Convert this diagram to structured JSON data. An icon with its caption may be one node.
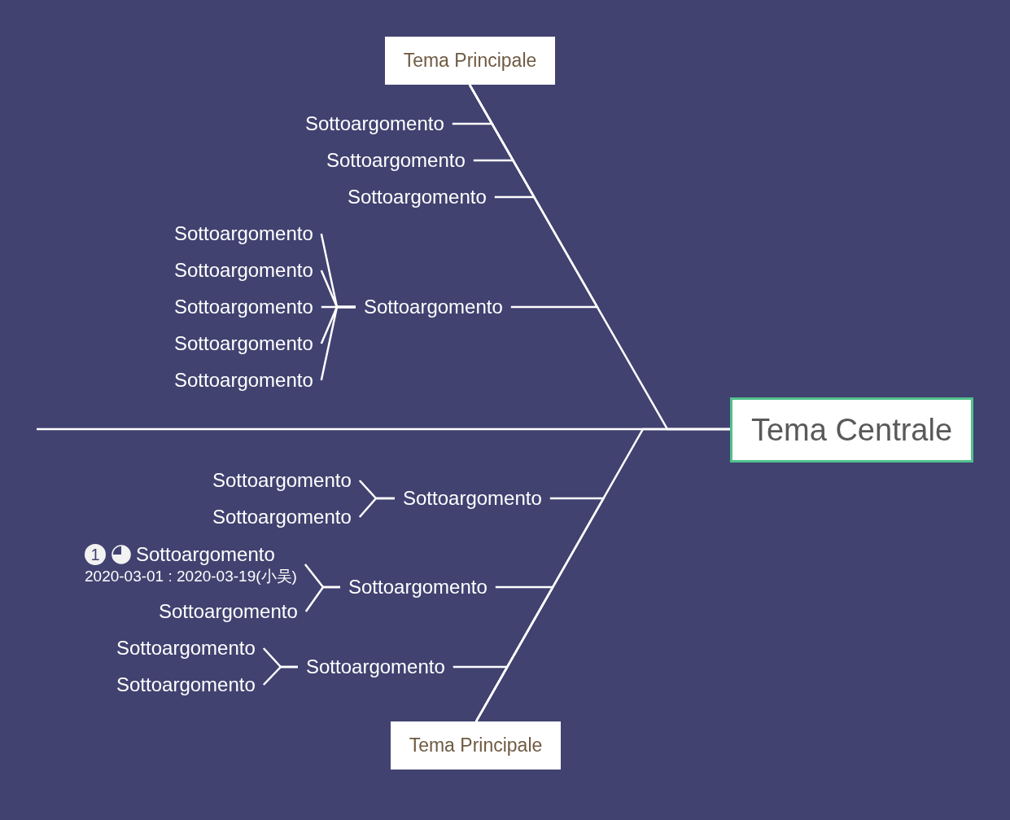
{
  "diagram": {
    "nodes": [
      {
        "text": [
          "Tema Centrale"
        ]
      },
      {
        "text": [
          "Tema Principale"
        ]
      },
      {
        "text": [
          "Sottoargomento"
        ]
      },
      {
        "text": [
          "Sottoargomento"
        ]
      },
      {
        "text": [
          "Sottoargomento"
        ]
      },
      {
        "text": [
          "Sottoargomento"
        ]
      },
      {
        "text": [
          "Sottoargomento"
        ]
      },
      {
        "text": [
          "Sottoargomento"
        ]
      },
      {
        "text": [
          "Sottoargomento"
        ]
      },
      {
        "text": [
          "Sottoargomento"
        ]
      },
      {
        "text": [
          "Sottoargomento"
        ]
      },
      {
        "text": [
          "Tema Principale"
        ]
      },
      {
        "text": [
          "Sottoargomento"
        ]
      },
      {
        "text": [
          "Sottoargomento"
        ]
      },
      {
        "text": [
          "Sottoargomento"
        ]
      },
      {
        "text": [
          "Sottoargomento"
        ]
      },
      {
        "text": [
          "1",
          "Sottoargomento",
          "2020-03-01 : 2020-03-19(小吴)"
        ]
      },
      {
        "text": [
          "Sottoargomento"
        ]
      },
      {
        "text": [
          "Sottoargomento"
        ]
      },
      {
        "text": [
          "Sottoargomento"
        ]
      },
      {
        "text": [
          "Sottoargomento"
        ]
      }
    ],
    "edges": [
      {
        "from": null,
        "to": 0,
        "arrow": "none"
      },
      {
        "from": 1,
        "to": 0,
        "arrow": "none"
      },
      {
        "from": 2,
        "to": 1,
        "arrow": "none"
      },
      {
        "from": 3,
        "to": 1,
        "arrow": "none"
      },
      {
        "from": 4,
        "to": 1,
        "arrow": "none"
      },
      {
        "from": 5,
        "to": 1,
        "arrow": "none"
      },
      {
        "from": 6,
        "to": 5,
        "arrow": "none"
      },
      {
        "from": 7,
        "to": 5,
        "arrow": "none"
      },
      {
        "from": 8,
        "to": 5,
        "arrow": "none"
      },
      {
        "from": 9,
        "to": 5,
        "arrow": "none"
      },
      {
        "from": 10,
        "to": 5,
        "arrow": "none"
      },
      {
        "from": 11,
        "to": 0,
        "arrow": "none"
      },
      {
        "from": 12,
        "to": 11,
        "arrow": "none"
      },
      {
        "from": 13,
        "to": 12,
        "arrow": "none"
      },
      {
        "from": 14,
        "to": 12,
        "arrow": "none"
      },
      {
        "from": 15,
        "to": 11,
        "arrow": "none"
      },
      {
        "from": 16,
        "to": 15,
        "arrow": "none"
      },
      {
        "from": 17,
        "to": 15,
        "arrow": "none"
      },
      {
        "from": 18,
        "to": 11,
        "arrow": "none"
      },
      {
        "from": 19,
        "to": 18,
        "arrow": "none"
      },
      {
        "from": 20,
        "to": 18,
        "arrow": "none"
      }
    ]
  }
}
